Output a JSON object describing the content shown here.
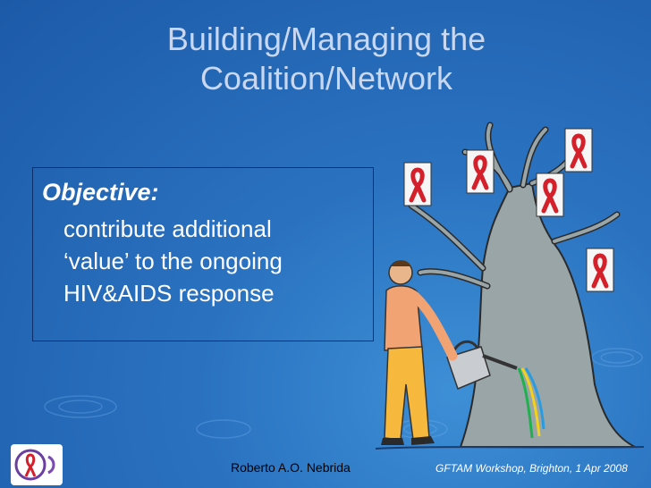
{
  "slide": {
    "title_line1": "Building/Managing the",
    "title_line2": "Coalition/Network"
  },
  "objective": {
    "label": "Objective:",
    "line1": "contribute additional",
    "line2": "‘value’ to the ongoing",
    "line3": "HIV&AIDS response"
  },
  "footer": {
    "author": "Roberto A.O. Nebrida",
    "event": "GFTAM Workshop, Brighton, 1 Apr 2008"
  },
  "logo": {
    "icon": "organization-logo-icon"
  },
  "illustration": {
    "icon": "person-watering-tree-with-red-ribbons-icon"
  },
  "colors": {
    "background": "#2a72c0",
    "title": "#c9d8f0",
    "ribbon": "#d4202a"
  }
}
